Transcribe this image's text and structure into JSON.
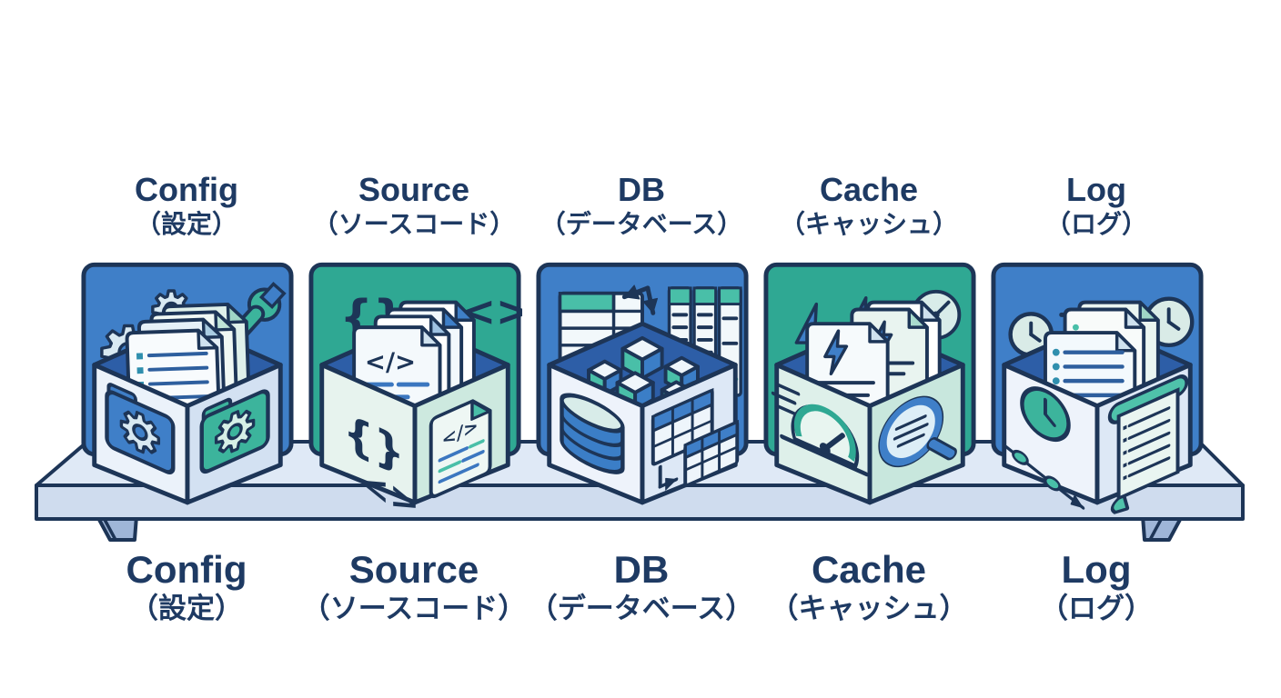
{
  "colors": {
    "outline": "#1d3557",
    "label_text": "#1e3a63",
    "panel_blue": "#3f7fc8",
    "panel_teal": "#2fa893",
    "box_interior": "#2d5ea7",
    "accent_blue": "#3f7fc8",
    "accent_teal": "#3cb49c",
    "shelf_top": "#dfe9f6",
    "shelf_front": "#cfdcee",
    "shelf_leg": "#9fb6d8"
  },
  "shelf": {
    "name": "shelf"
  },
  "items": [
    {
      "id": "config",
      "label_en": "Config",
      "label_ja": "（設定）",
      "panel_color": "#3f7fc8",
      "face_left": "#ebf2fa",
      "face_right": "#d3e1f2",
      "panel_icons": [
        "gear-icon",
        "gear-icon",
        "wrench-icon"
      ],
      "contents_icon": "document-stack",
      "face_icons": [
        "folder-gear-icon",
        "folder-gear-icon"
      ]
    },
    {
      "id": "source",
      "label_en": "Source",
      "label_ja": "（ソースコード）",
      "panel_color": "#2fa893",
      "face_left": "#e7f3ee",
      "face_right": "#cde9df",
      "panel_icons": [
        "curly-braces-icon",
        "angle-brackets-icon"
      ],
      "contents_icon": "code-document-stack",
      "face_icons": [
        "curly-braces-icon",
        "code-file-icon"
      ]
    },
    {
      "id": "db",
      "label_en": "DB",
      "label_ja": "（データベース）",
      "panel_color": "#3f7fc8",
      "face_left": "#eef3fb",
      "face_right": "#dde8f6",
      "panel_icons": [
        "table-icon",
        "sync-arrow-icon",
        "columns-icon"
      ],
      "contents_icon": "data-cubes",
      "face_icons": [
        "database-cylinder-icon",
        "tables-transfer-icon"
      ]
    },
    {
      "id": "cache",
      "label_en": "Cache",
      "label_ja": "（キャッシュ）",
      "panel_color": "#2fa893",
      "face_left": "#def0ea",
      "face_right": "#c8e7dd",
      "panel_icons": [
        "lightning-icon",
        "lightning-icon",
        "speedometer-icon"
      ],
      "contents_icon": "lightning-document-stack",
      "face_icons": [
        "speed-gauge-icon",
        "magnifier-icon"
      ]
    },
    {
      "id": "log",
      "label_en": "Log",
      "label_ja": "（ログ）",
      "panel_color": "#3f7fc8",
      "face_left": "#eef3fb",
      "face_right": "#dde8f6",
      "panel_icons": [
        "clock-icon",
        "arrow-icon",
        "arrow-icon",
        "clock-icon"
      ],
      "contents_icon": "log-document-stack",
      "face_icons": [
        "clock-timeline-icon",
        "scroll-icon"
      ]
    }
  ]
}
